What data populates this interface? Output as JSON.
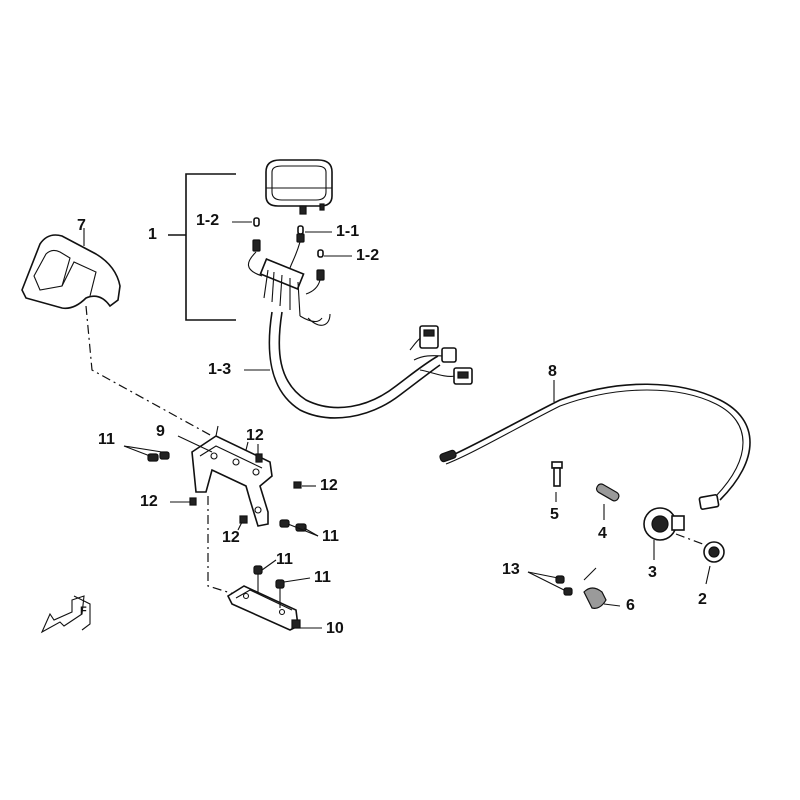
{
  "callouts": {
    "c1": "1",
    "c1_2a": "1-2",
    "c1_1": "1-1",
    "c1_2b": "1-2",
    "c1_3": "1-3",
    "c2": "2",
    "c3": "3",
    "c4": "4",
    "c5": "5",
    "c6": "6",
    "c7": "7",
    "c8": "8",
    "c9": "9",
    "c10": "10",
    "c11a": "11",
    "c11b": "11",
    "c11c": "11",
    "c11d": "11",
    "c12a": "12",
    "c12b": "12",
    "c12c": "12",
    "c12d": "12",
    "c13": "13"
  },
  "direction_marker": {
    "letter": "F"
  },
  "colors": {
    "ink": "#111111",
    "background": "#ffffff"
  }
}
